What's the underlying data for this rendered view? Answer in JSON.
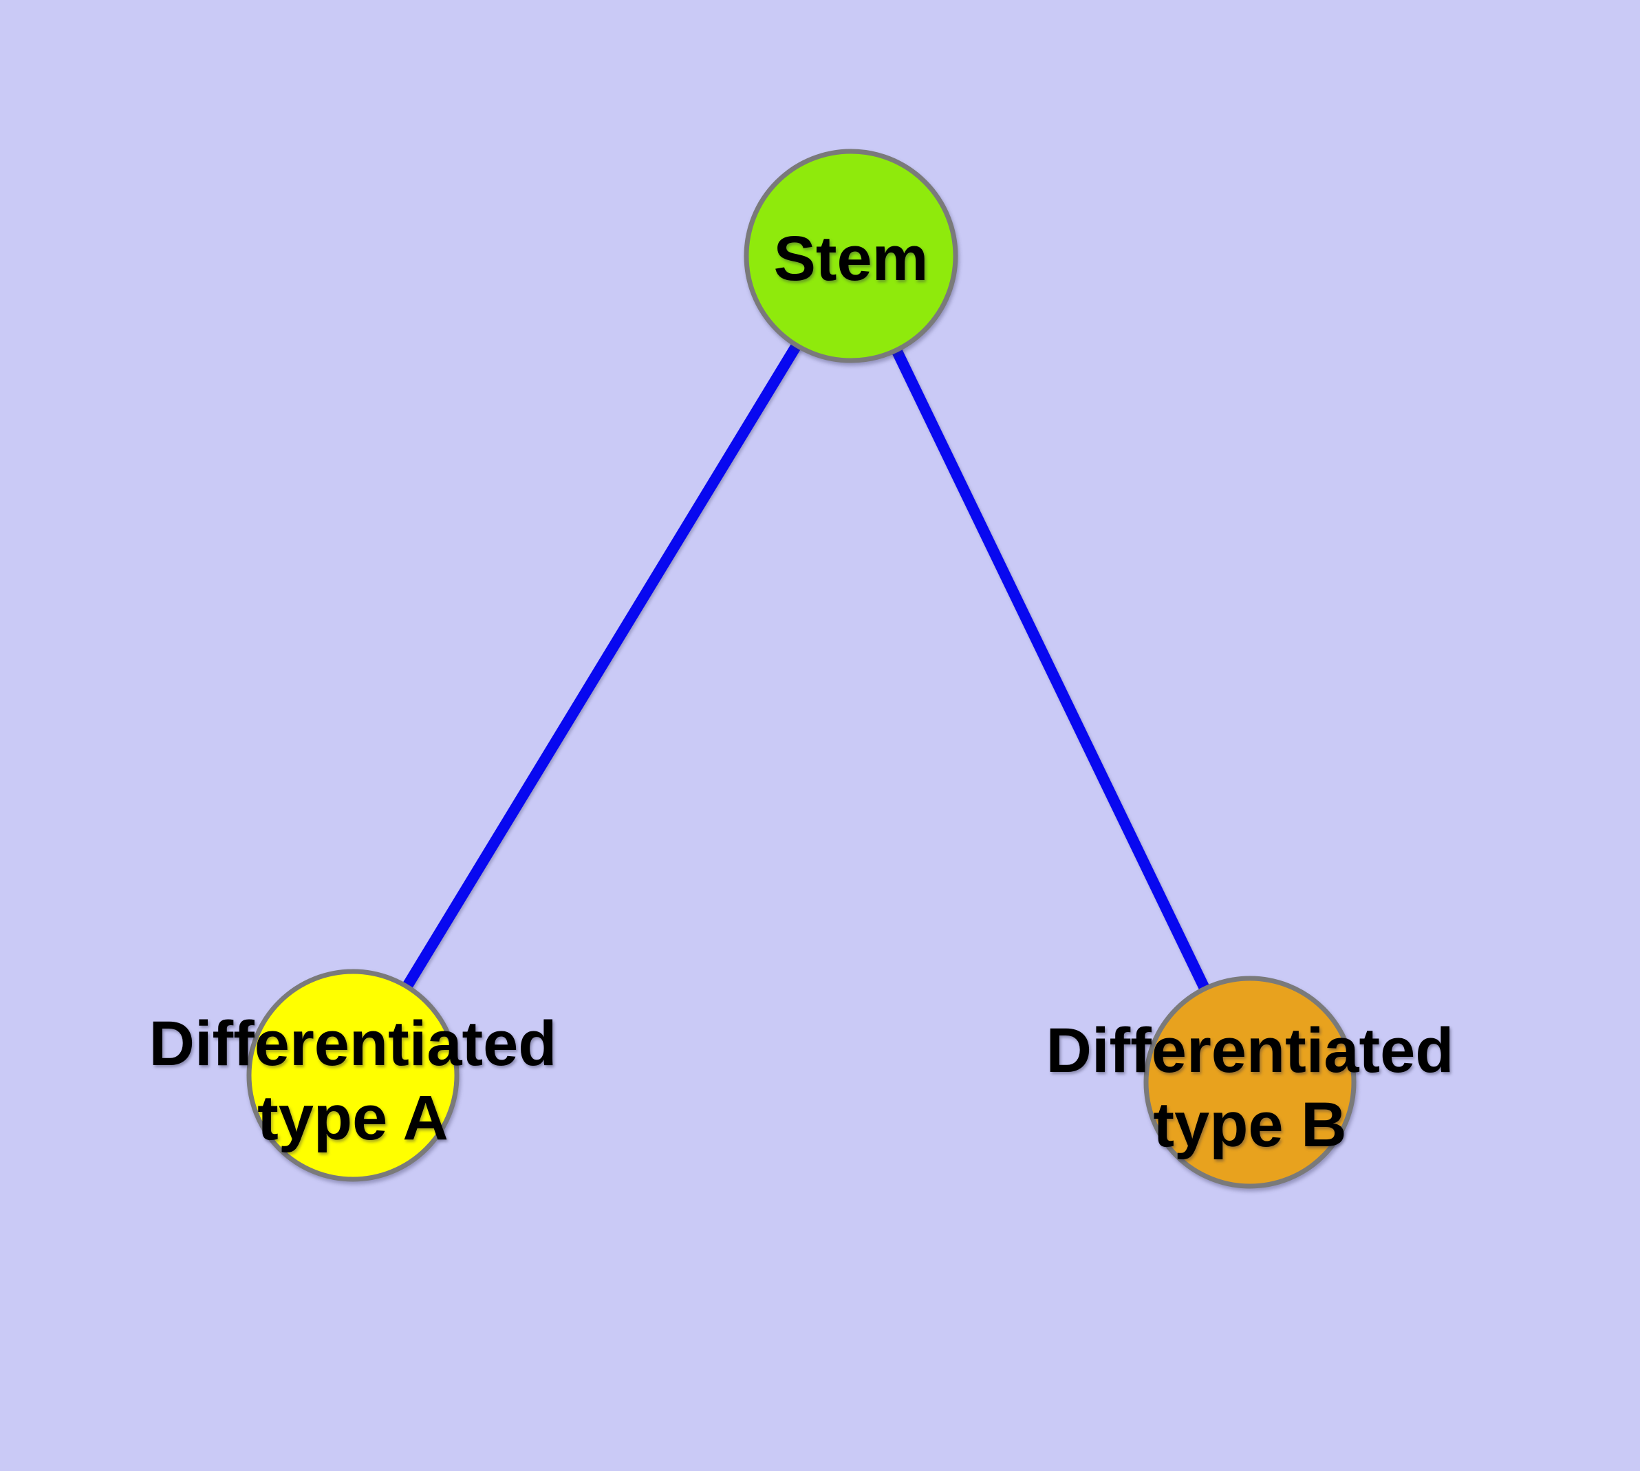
{
  "canvas": {
    "background_color": "#CACAF6"
  },
  "diagram": {
    "type": "node-link-graph",
    "description": "Stem cell differentiation tree: one stem node connected to two differentiated cell type nodes",
    "edge_color": "#0808F0",
    "node_border_color": "#7A7A7A",
    "label_color": "#000000",
    "nodes": [
      {
        "id": "stem",
        "label": "Stem",
        "fill": "#8FEA0C"
      },
      {
        "id": "differentiated-type-a",
        "label": "Differentiated type A",
        "label_line1": "Differentiated",
        "label_line2": "type A",
        "fill": "#FFFF00"
      },
      {
        "id": "differentiated-type-b",
        "label": "Differentiated type B",
        "label_line1": "Differentiated",
        "label_line2": "type B",
        "fill": "#E8A21E"
      }
    ],
    "edges": [
      {
        "from": "Stem",
        "to": "Differentiated type A"
      },
      {
        "from": "Stem",
        "to": "Differentiated type B"
      }
    ]
  }
}
